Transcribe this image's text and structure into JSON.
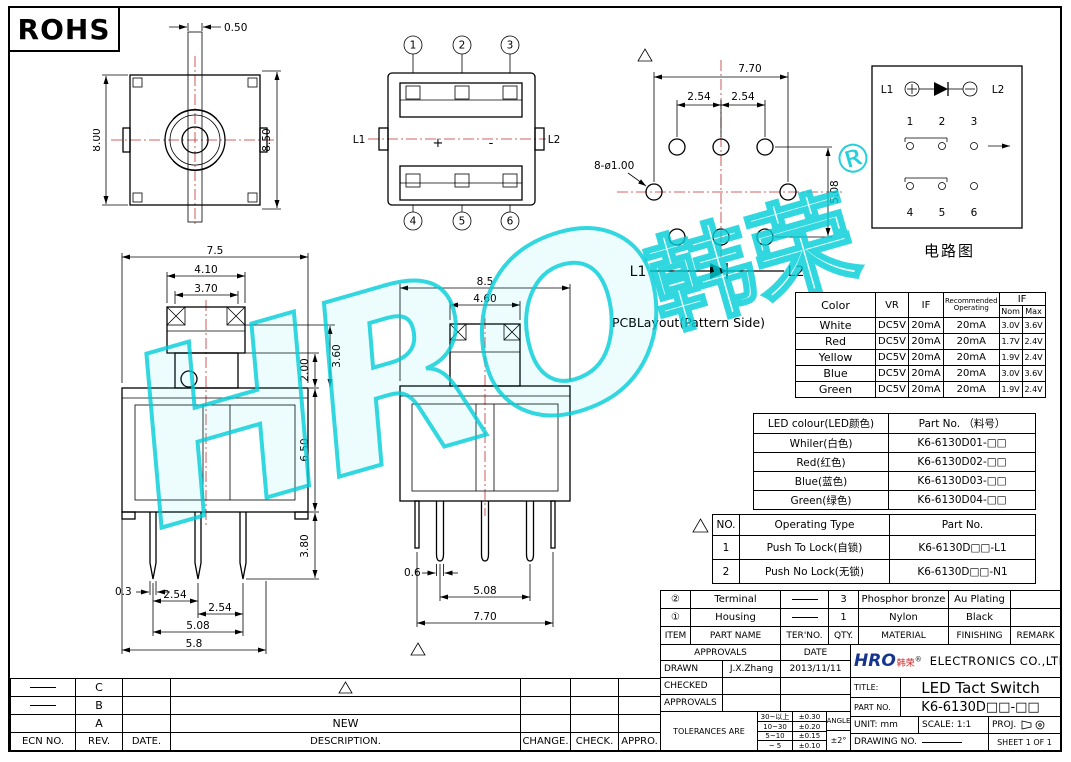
{
  "page": {
    "rohs": "ROHS"
  },
  "icons": {
    "revision_triangle": "△",
    "projection_symbol": "⊕→",
    "diode_symbol": "▶|"
  },
  "watermark": {
    "text": "HRO",
    "text_cn": "韩荣",
    "reg": "®"
  },
  "front_view": {
    "dim_top": "0.50",
    "dim_left": "8.00",
    "dim_right": "8.50"
  },
  "top_view": {
    "pins_top": [
      "1",
      "2",
      "3"
    ],
    "pins_bottom": [
      "4",
      "5",
      "6"
    ],
    "l1": "L1",
    "l2": "L2",
    "plus": "+",
    "minus": "-"
  },
  "pcb_view": {
    "dim_width": "7.70",
    "dim_pitch1": "2.54",
    "dim_pitch2": "2.54",
    "dim_height": "5.08",
    "hole_note": "8-ø1.00",
    "l1": "L1",
    "l2": "L2",
    "caption": "PCBLayout(Pattern Side)"
  },
  "circuit": {
    "l1": "L1",
    "l2": "L2",
    "pins_top": [
      "1",
      "2",
      "3"
    ],
    "pins_bottom": [
      "4",
      "5",
      "6"
    ],
    "caption": "电路图"
  },
  "side_view": {
    "dim_w": "7.5",
    "dim_cap": "4.10",
    "dim_cap_inner": "3.70",
    "dim_stem": "2.00",
    "dim_travel": "3.60",
    "dim_body": "6.50",
    "dim_pin": "3.80",
    "dim_pin_w": "0.3",
    "dim_p1": "2.54",
    "dim_p2": "2.54",
    "dim_span": "5.08",
    "dim_base": "5.8"
  },
  "mid_view": {
    "dim_w": "8.5",
    "dim_cap": "4.60",
    "dim_pin_w": "0.6",
    "dim_span": "5.08",
    "dim_led_span": "7.70"
  },
  "color_table": {
    "h_color": "Color",
    "h_vr": "VR",
    "h_if": "IF",
    "h_rec": "Recommended Operating",
    "h_if2": "IF",
    "h_nom": "Nom",
    "h_max": "Max",
    "rows": [
      {
        "color": "White",
        "vr": "DC5V",
        "if": "20mA",
        "rec": "20mA",
        "nom": "3.0V",
        "max": "3.6V"
      },
      {
        "color": "Red",
        "vr": "DC5V",
        "if": "20mA",
        "rec": "20mA",
        "nom": "1.7V",
        "max": "2.4V"
      },
      {
        "color": "Yellow",
        "vr": "DC5V",
        "if": "20mA",
        "rec": "20mA",
        "nom": "1.9V",
        "max": "2.4V"
      },
      {
        "color": "Blue",
        "vr": "DC5V",
        "if": "20mA",
        "rec": "20mA",
        "nom": "3.0V",
        "max": "3.6V"
      },
      {
        "color": "Green",
        "vr": "DC5V",
        "if": "20mA",
        "rec": "20mA",
        "nom": "1.9V",
        "max": "2.4V"
      }
    ]
  },
  "led_table": {
    "h_colour": "LED colour(LED颜色)",
    "h_part": "Part No. （料号）",
    "rows": [
      {
        "colour": "Whiler(白色)",
        "part": "K6-6130D01-□□"
      },
      {
        "colour": "Red(红色)",
        "part": "K6-6130D02-□□"
      },
      {
        "colour": "Blue(蓝色)",
        "part": "K6-6130D03-□□"
      },
      {
        "colour": "Green(绿色)",
        "part": "K6-6130D04-□□"
      }
    ]
  },
  "op_table": {
    "h_no": "NO.",
    "h_type": "Operating Type",
    "h_part": "Part No.",
    "rows": [
      {
        "no": "1",
        "type": "Push To Lock(自锁)",
        "part": "K6-6130D□□-L1"
      },
      {
        "no": "2",
        "type": "Push No Lock(无锁)",
        "part": "K6-6130D□□-N1"
      }
    ]
  },
  "title_block": {
    "parts": [
      {
        "item": "②",
        "name": "Terminal",
        "ter": "",
        "qty": "3",
        "material": "Phosphor bronze",
        "finishing": "Au Plating",
        "remark": ""
      },
      {
        "item": "①",
        "name": "Housing",
        "ter": "",
        "qty": "1",
        "material": "Nylon",
        "finishing": "Black",
        "remark": ""
      }
    ],
    "headers": {
      "item": "ITEM",
      "part_name": "PART NAME",
      "ter_no": "TER'NO.",
      "qty": "QTY.",
      "material": "MATERIAL",
      "finishing": "FINISHING",
      "remark": "REMARK"
    },
    "approvals_label": "APPROVALS",
    "date_label": "DATE",
    "drawn_label": "DRAWN",
    "drawn_by": "J.X.Zhang",
    "drawn_date": "2013/11/11",
    "checked_label": "CHECKED",
    "approvals2_label": "APPROVALS",
    "tolerances_label": "TOLERANCES ARE",
    "tol_rows": [
      {
        "range": "30~以上",
        "tol": "±0.30"
      },
      {
        "range": "10~30",
        "tol": "±0.20"
      },
      {
        "range": "5~10",
        "tol": "±0.15"
      },
      {
        "range": "~ 5",
        "tol": "±0.10"
      }
    ],
    "angle_label": "ANGLE",
    "angle_tol": "±2°",
    "unit": "UNIT: mm",
    "scale": "SCALE: 1:1",
    "proj_label": "PROJ.",
    "drawing_no_label": "DRAWING NO.",
    "sheet": "SHEET 1 OF 1",
    "company_logo": "HRO",
    "company_logo_cn": "韩荣",
    "company_reg": "®",
    "company": "ELECTRONICS CO.,LTD",
    "title_label": "TITLE:",
    "title": "LED Tact Switch",
    "part_no_label": "PART NO.",
    "part_no": "K6-6130D□□-□□"
  },
  "revision_block": {
    "rows": [
      {
        "rev": "C",
        "desc": ""
      },
      {
        "rev": "B",
        "desc": ""
      },
      {
        "rev": "A",
        "desc": "NEW"
      }
    ],
    "headers": {
      "ecn": "ECN NO.",
      "rev": "REV.",
      "date": "DATE.",
      "desc": "DESCRIPTION.",
      "change": "CHANGE.",
      "check": "CHECK.",
      "appro": "APPRO."
    }
  }
}
